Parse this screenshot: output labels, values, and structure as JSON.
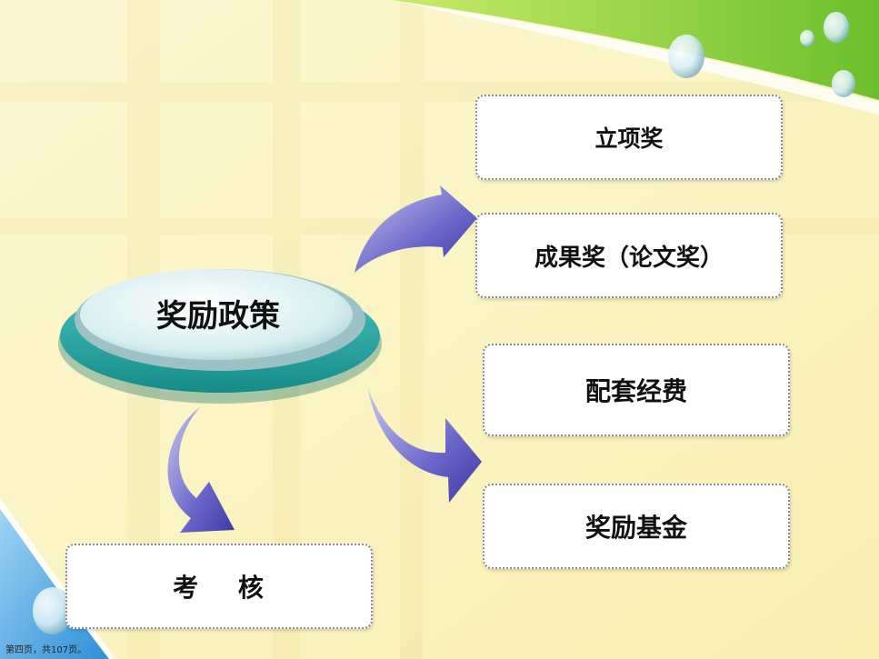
{
  "hub": {
    "label": "奖励政策"
  },
  "targets": {
    "lixiang": "立项奖",
    "chengguo": "成果奖（论文奖）",
    "peitao": "配套经费",
    "jijin": "奖励基金",
    "kaohe": "考　 核"
  },
  "footer": {
    "page_text": "第四页，共107页。"
  },
  "colors": {
    "background": "#fbf6c6",
    "arrow": "#6a66c9",
    "hub_teal": "#2aa7a5",
    "hub_top": "#dff3f4",
    "green_band": "#8fce3c",
    "blue_corner": "#5aaee6"
  }
}
